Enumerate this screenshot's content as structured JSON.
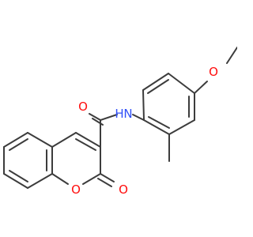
{
  "molecule": {
    "atoms": {
      "N": {
        "symbol": "N",
        "hydrogen": "H"
      },
      "O_methoxy": {
        "symbol": "O"
      },
      "O_amide": {
        "symbol": "O"
      },
      "O_ring": {
        "symbol": "O"
      },
      "O_lactone": {
        "symbol": "O"
      }
    }
  },
  "colors": {
    "carbon_bond": "#3c3c3c",
    "oxygen": "#ff0d0d",
    "nitrogen": "#3050f8",
    "background": "#ffffff"
  }
}
